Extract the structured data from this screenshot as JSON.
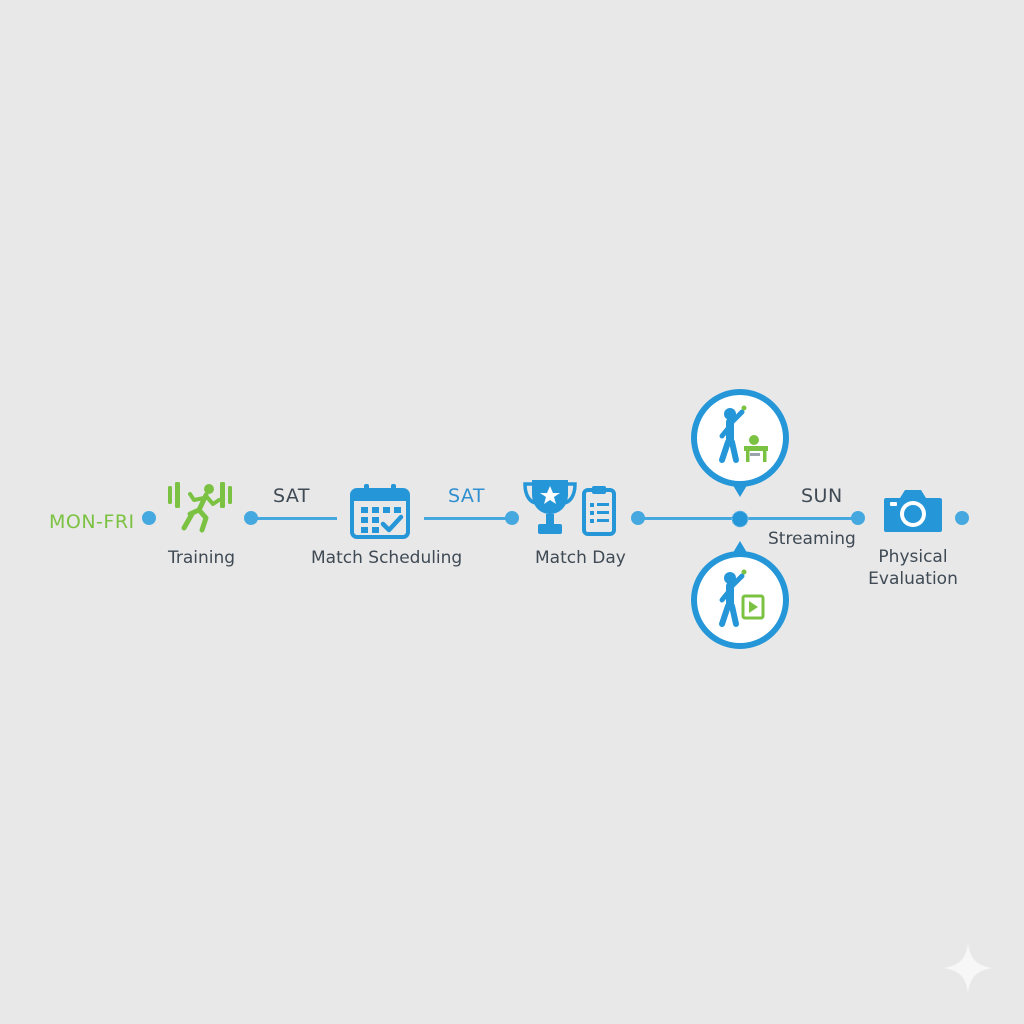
{
  "colors": {
    "blue": "#2596d8",
    "line": "#45a9e0",
    "green": "#7cc242",
    "background": "#e8e8e8",
    "text": "#3f4a55"
  },
  "timeline": {
    "start_day": "MON-FRI",
    "steps": [
      {
        "id": "training",
        "label": "Training",
        "icon": "runner-dumbbells-icon"
      },
      {
        "id": "scheduling",
        "day": "SAT",
        "label": "Match Scheduling",
        "icon": "calendar-check-icon"
      },
      {
        "id": "matchday",
        "day": "SAT",
        "label": "Match Day",
        "icon": "trophy-clipboard-icon"
      },
      {
        "id": "streaming",
        "day": "SUN",
        "label": "Streaming",
        "icon": "streaming-hub-icon"
      },
      {
        "id": "evaluation",
        "label_line1": "Physical",
        "label_line2": "Evaluation",
        "icon": "camera-icon"
      }
    ],
    "bubbles": [
      {
        "id": "top",
        "icon": "coach-desk-icon"
      },
      {
        "id": "bottom",
        "icon": "coach-video-icon"
      }
    ]
  }
}
